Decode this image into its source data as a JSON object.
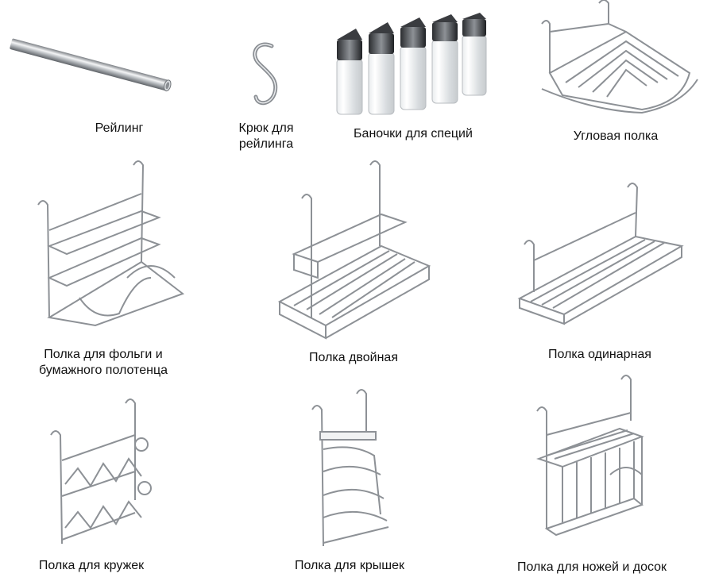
{
  "products": [
    {
      "id": "rail",
      "label": "Рейлинг",
      "icon": "rail-tube"
    },
    {
      "id": "hook",
      "label_lines": [
        "Крюк для",
        "рейлинга"
      ],
      "icon": "s-hook"
    },
    {
      "id": "spice-jars",
      "label": "Баночки для специй",
      "icon": "spice-jars"
    },
    {
      "id": "corner-shelf",
      "label": "Угловая полка",
      "icon": "corner-shelf"
    },
    {
      "id": "foil-shelf",
      "label_lines": [
        "Полка для фольги и",
        "бумажного полотенца"
      ],
      "icon": "foil-towel-shelf"
    },
    {
      "id": "double-shelf",
      "label": "Полка двойная",
      "icon": "double-shelf"
    },
    {
      "id": "single-shelf",
      "label": "Полка одинарная",
      "icon": "single-shelf"
    },
    {
      "id": "mug-shelf",
      "label": "Полка для кружек",
      "icon": "mug-shelf"
    },
    {
      "id": "lid-shelf",
      "label": "Полка для крышек",
      "icon": "lid-shelf"
    },
    {
      "id": "knife-board-shelf",
      "label": "Полка для ножей и досок",
      "icon": "knife-board-shelf"
    }
  ],
  "colors": {
    "chrome_dark": "#6f7378",
    "chrome_mid": "#a9adb2",
    "chrome_light": "#e3e5e8",
    "label": "#111111"
  }
}
